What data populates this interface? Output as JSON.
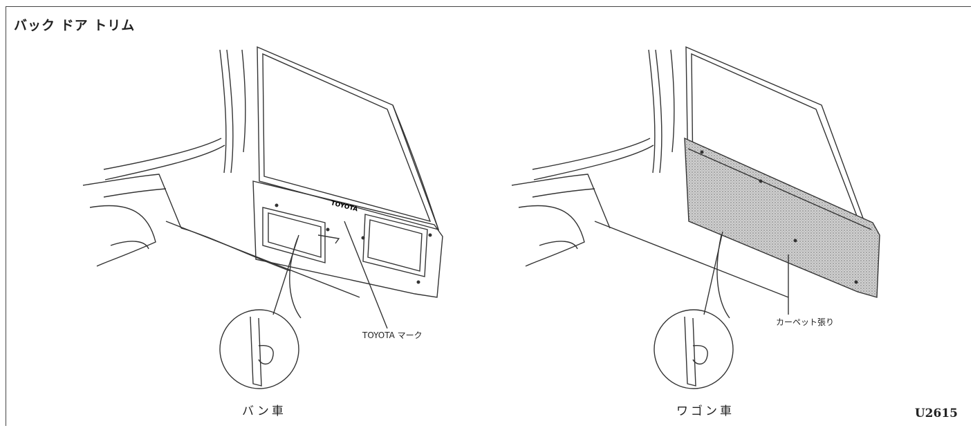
{
  "title": "バック ドア トリム",
  "figure_code": "U2615",
  "left_view": {
    "caption": "バン車",
    "emblem_text": "TOYOTA",
    "callout_label": "TOYOTA マーク"
  },
  "right_view": {
    "caption": "ワゴン車",
    "callout_label": "カーペット張り"
  },
  "colors": {
    "line": "#333333",
    "carpet": "#bdbdbd",
    "background": "#ffffff"
  }
}
